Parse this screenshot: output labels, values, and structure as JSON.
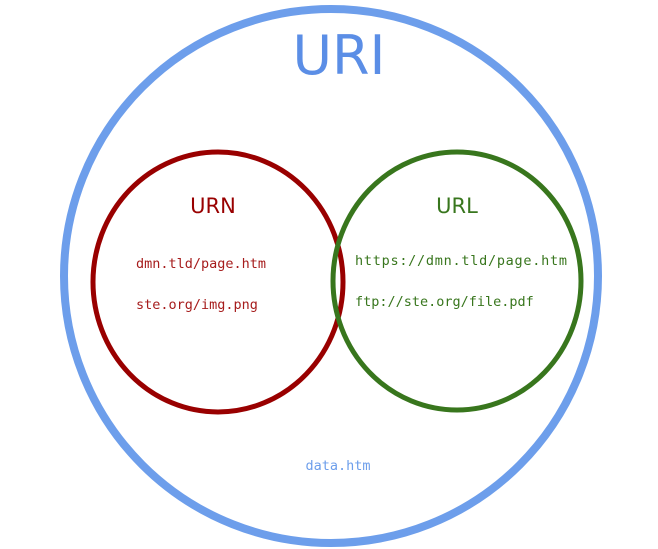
{
  "uri": {
    "label": "URI",
    "example": "data.htm",
    "color": "#6d9eeb"
  },
  "urn": {
    "label": "URN",
    "examples": [
      "dmn.tld/page.htm",
      "ste.org/img.png"
    ],
    "color": "#990000"
  },
  "url": {
    "label": "URL",
    "examples": [
      "https://dmn.tld/page.htm",
      "ftp://ste.org/file.pdf"
    ],
    "color": "#38761d"
  }
}
